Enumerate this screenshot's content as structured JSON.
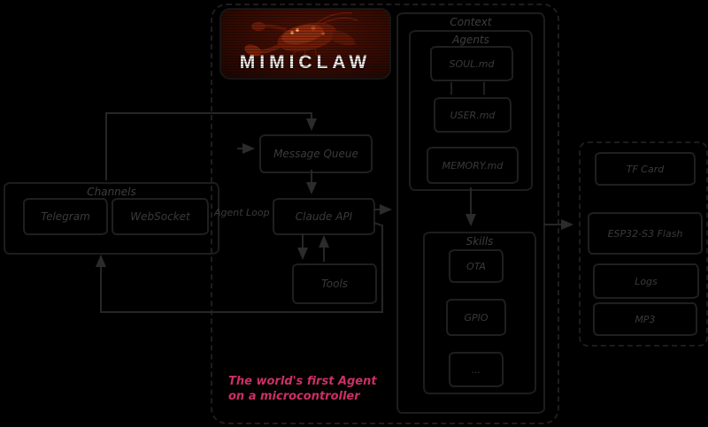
{
  "logo": {
    "title": "MIMICLAW",
    "icon": "lobster-icon"
  },
  "channels": {
    "title": "Channels",
    "items": [
      {
        "label": "Telegram"
      },
      {
        "label": "WebSocket"
      }
    ]
  },
  "flow": {
    "message_queue": "Message Queue",
    "agent_loop": "Agent Loop",
    "model": "Claude API",
    "tools": "Tools"
  },
  "context": {
    "title": "Context",
    "agents": {
      "title": "Agents",
      "files": [
        "SOUL.md",
        "USER.md",
        "MEMORY.md"
      ]
    },
    "skills": {
      "title": "Skills",
      "items": [
        "OTA",
        "GPIO",
        "..."
      ]
    }
  },
  "storage": {
    "items": [
      "TF Card",
      "ESP32-S3 Flash",
      "Logs",
      "MP3"
    ]
  },
  "annotation": {
    "line1": "The world's first Agent",
    "line2": "on a microcontroller"
  },
  "colors": {
    "background": "#000000",
    "stroke": "#2b2b2b",
    "box_border": "#1f1f1f",
    "text": "#3a3a3a",
    "accent_pink": "#cc2f66",
    "logo_red": "#4a0f05",
    "logo_text": "#f2efec"
  }
}
